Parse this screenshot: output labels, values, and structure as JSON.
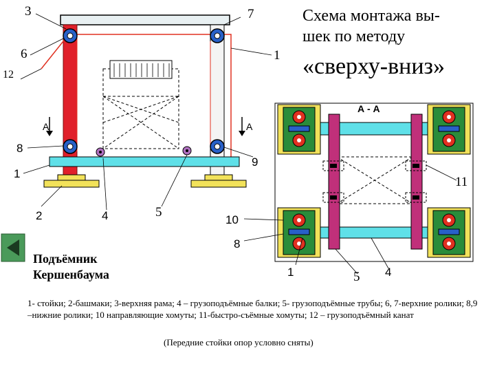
{
  "title": {
    "line1": "Схема монтажа вы-",
    "line2": "шек по методу",
    "line3": "«сверху-вниз»"
  },
  "section_label": "А - А",
  "arrow_letter": "А",
  "labels": {
    "n1": "1",
    "n2": "2",
    "n3": "3",
    "n4": "4",
    "n5": "5",
    "n6": "6",
    "n7": "7",
    "n8": "8",
    "n9": "9",
    "n10": "10",
    "n11": "11",
    "n12": "12"
  },
  "caption": {
    "line1": "Подъёмник",
    "line2": "Кершенбаума"
  },
  "legend": {
    "text": "1- стойки; 2-башмаки; 3-верхняя рама; 4 – грузоподъёмные балки; 5- грузоподъёмные трубы; 6, 7-верхние ролики; 8,9 –нижние ролики; 10 направляющие хомуты; 11-быстро-съёмные хомуты;  12 – грузоподъёмный канат",
    "note": "(Передние стойки опор условно сняты)"
  },
  "nav": {
    "back_icon": "triangle-left-icon"
  },
  "colors": {
    "column_red": "#e0202a",
    "beam_cyan": "#5fe0e8",
    "pipe_magenta": "#c0307a",
    "base_yellow": "#f2e25a",
    "panel_green": "#2a8c3a",
    "roller_blue": "#2860c8",
    "rope_red": "#e03020",
    "nav_green": "#4a9a5a"
  }
}
